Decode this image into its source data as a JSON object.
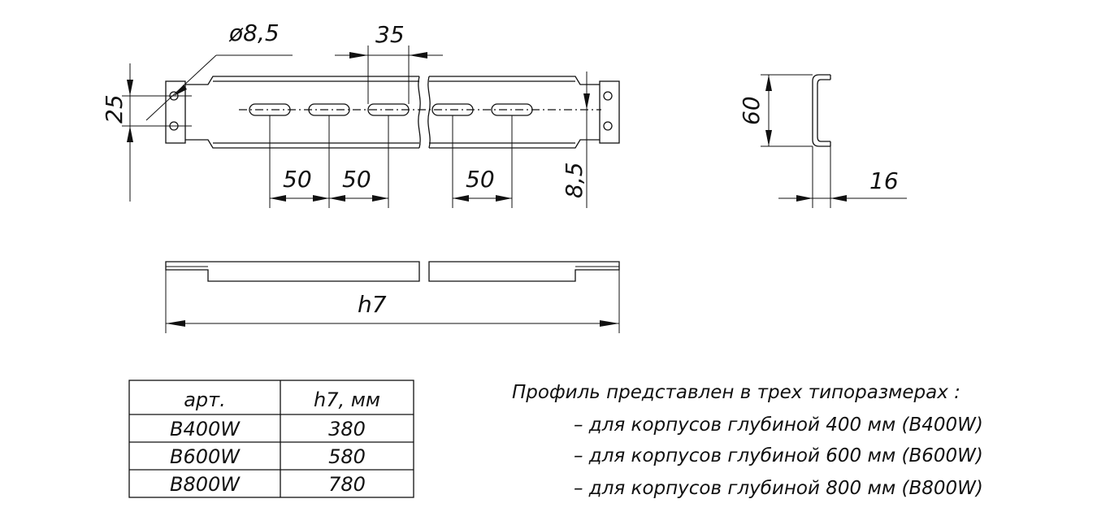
{
  "dimensions": {
    "hole_diameter": "ø8,5",
    "slot_length": "35",
    "height_25": "25",
    "pitch_1": "50",
    "pitch_2": "50",
    "pitch_3": "50",
    "edge_8_5": "8,5",
    "profile_height": "60",
    "profile_flange": "16",
    "length": "h7"
  },
  "table": {
    "headers": [
      "арт.",
      "h7, мм"
    ],
    "rows": [
      [
        "B400W",
        "380"
      ],
      [
        "B600W",
        "580"
      ],
      [
        "B800W",
        "780"
      ]
    ]
  },
  "notes": {
    "title": "Профиль представлен в трех типоразмерах  :",
    "items": [
      "– для корпусов глубиной 400 мм (B400W)",
      "– для корпусов глубиной 600 мм (B600W)",
      "– для корпусов глубиной 800 мм (B800W)"
    ]
  }
}
